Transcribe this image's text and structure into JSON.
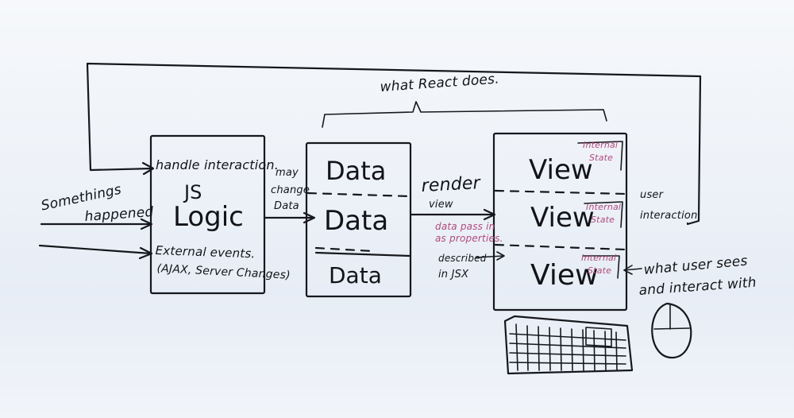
{
  "title": "what React does.",
  "left": {
    "line1": "Somethings",
    "line2": "happened"
  },
  "logic_box": {
    "handle": "handle interaction.",
    "js": "JS",
    "logic": "Logic",
    "external": "External events.",
    "ajax": "(AJAX, Server Changes)"
  },
  "may_change": [
    "may",
    "change",
    "Data"
  ],
  "data_boxes": [
    "Data",
    "Data",
    "Data"
  ],
  "render": {
    "render": "render",
    "view": "view",
    "pass_line1": "data pass in",
    "pass_line2": "as properties.",
    "described": "described",
    "in_jsx": "in JSX"
  },
  "view_boxes": [
    "View",
    "View",
    "View"
  ],
  "internal_state": [
    "Internal",
    "State"
  ],
  "user_interaction": [
    "user",
    "interaction"
  ],
  "user_sees": [
    "what user sees",
    "and interact with"
  ],
  "colors": {
    "ink": "#16181d",
    "annotation": "#b24a7f",
    "board": "#eef2f8"
  }
}
